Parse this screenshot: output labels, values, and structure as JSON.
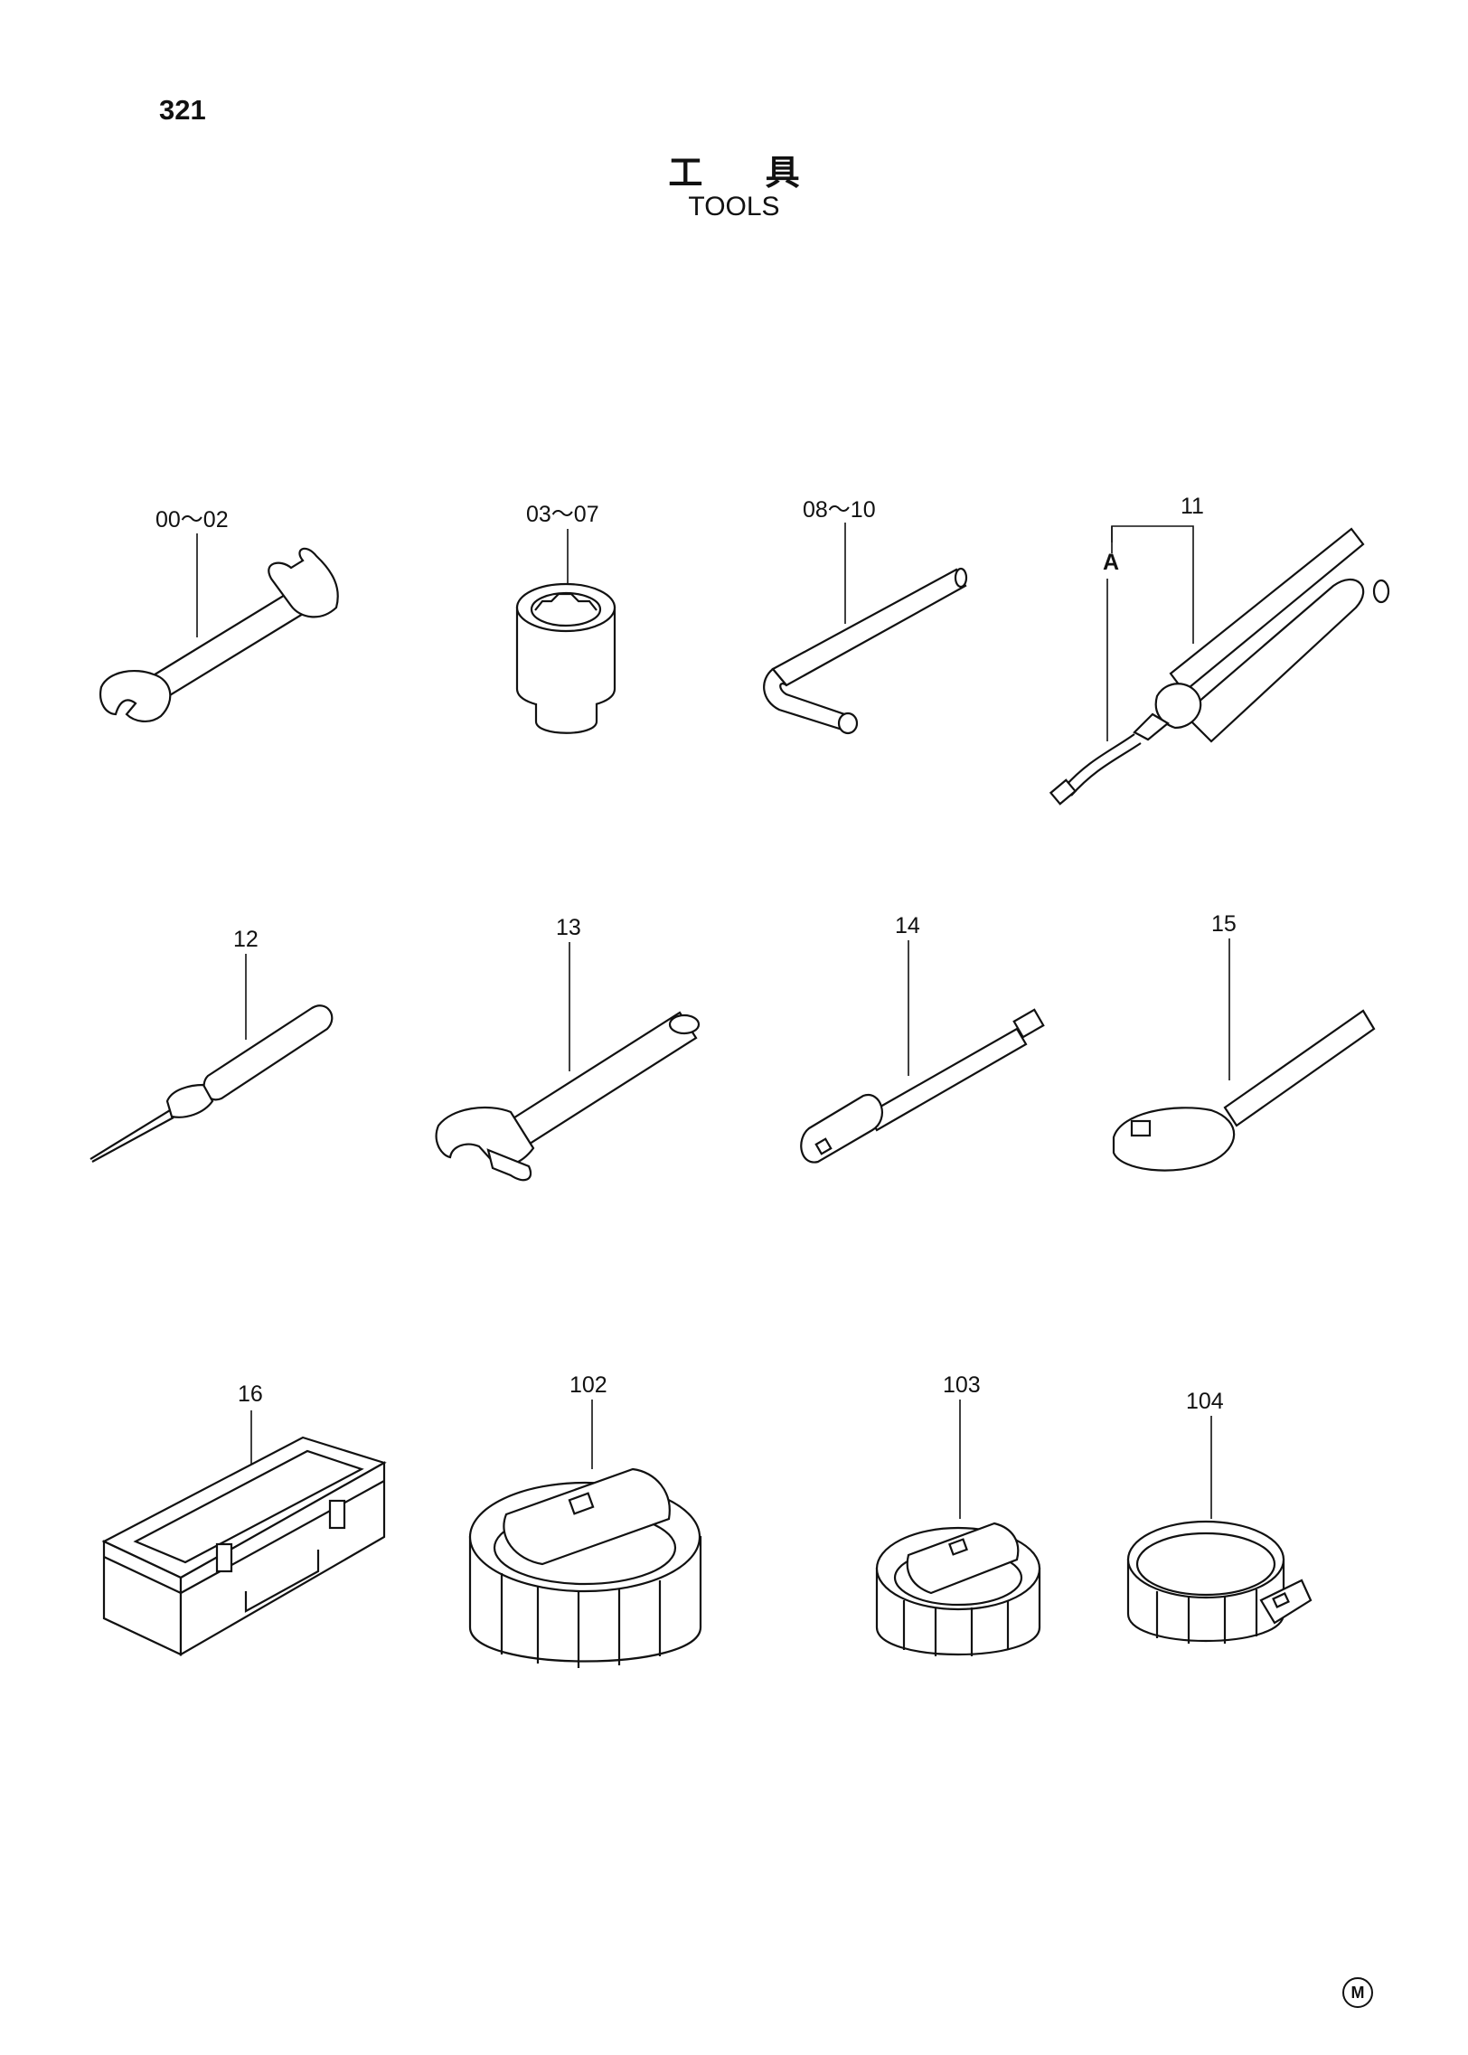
{
  "page_number": "321",
  "title_jp": "工 具",
  "title_en": "TOOLS",
  "labels": {
    "spanner": "00～02",
    "socket": "03～07",
    "hex_key": "08～10",
    "grease_gun": "11",
    "grease_gun_detail": "A",
    "screwdriver": "12",
    "adjustable_wrench": "13",
    "extension_bar": "14",
    "ratchet_handle": "15",
    "tool_box": "16",
    "filter_wrench_102": "102",
    "filter_wrench_103": "103",
    "filter_wrench_104": "104"
  },
  "corner_mark": "M"
}
